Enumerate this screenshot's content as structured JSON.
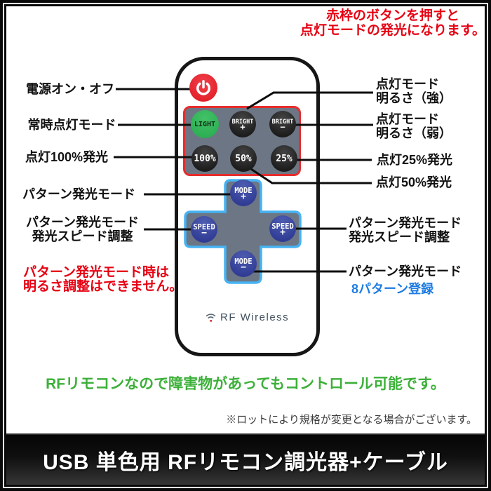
{
  "top_annotation": {
    "line1": "赤枠のボタンを押すと",
    "line2": "点灯モードの発光になります。"
  },
  "left_labels": {
    "power": "電源オン・オフ",
    "light": "常時点灯モード",
    "light100": "点灯100%発光",
    "pattern_mode": "パターン発光モード",
    "speed_line1": "パターン発光モード",
    "speed_line2": "発光スピード調整",
    "warning_line1": "パターン発光モード時は",
    "warning_line2": "明るさ調整はできません。"
  },
  "right_labels": {
    "bright_strong_line1": "点灯モード",
    "bright_strong_line2": "明るさ（強）",
    "bright_weak_line1": "点灯モード",
    "bright_weak_line2": "明るさ（弱）",
    "light25": "点灯25%発光",
    "light50": "点灯50%発光",
    "speed_line1": "パターン発光モード",
    "speed_line2": "発光スピード調整",
    "pattern_mode": "パターン発光モード",
    "pattern_count": "8パターン登録"
  },
  "remote": {
    "brand": "RF Wireless",
    "buttons": {
      "light": "LIGHT",
      "bright_plus_label": "BRIGHT",
      "bright_plus_sign": "+",
      "bright_minus_label": "BRIGHT",
      "bright_minus_sign": "−",
      "p100": "100%",
      "p50": "50%",
      "p25": "25%",
      "mode_plus_label": "MODE",
      "mode_plus_sign": "+",
      "speed_minus_label": "SPEED",
      "speed_minus_sign": "−",
      "speed_plus_label": "SPEED",
      "speed_plus_sign": "+",
      "mode_minus_label": "MODE",
      "mode_minus_sign": "−"
    }
  },
  "footer": {
    "green_note": "RFリモコンなので障害物があってもコントロール可能です。",
    "small_note": "※ロットにより規格が変更となる場合がございます。",
    "title": "USB 単色用 RFリモコン調光器+ケーブル"
  },
  "colors": {
    "annotation_red": "#e60012",
    "pattern_blue": "#1e7ce2",
    "note_green": "#3cb039",
    "power_red": "#e62129",
    "light_green": "#2fb457",
    "cross_blue": "#46b3f2",
    "button_navy": "#2e3c94",
    "panel_gray": "#6d7684",
    "panel_frame_red": "#e62d2d"
  }
}
